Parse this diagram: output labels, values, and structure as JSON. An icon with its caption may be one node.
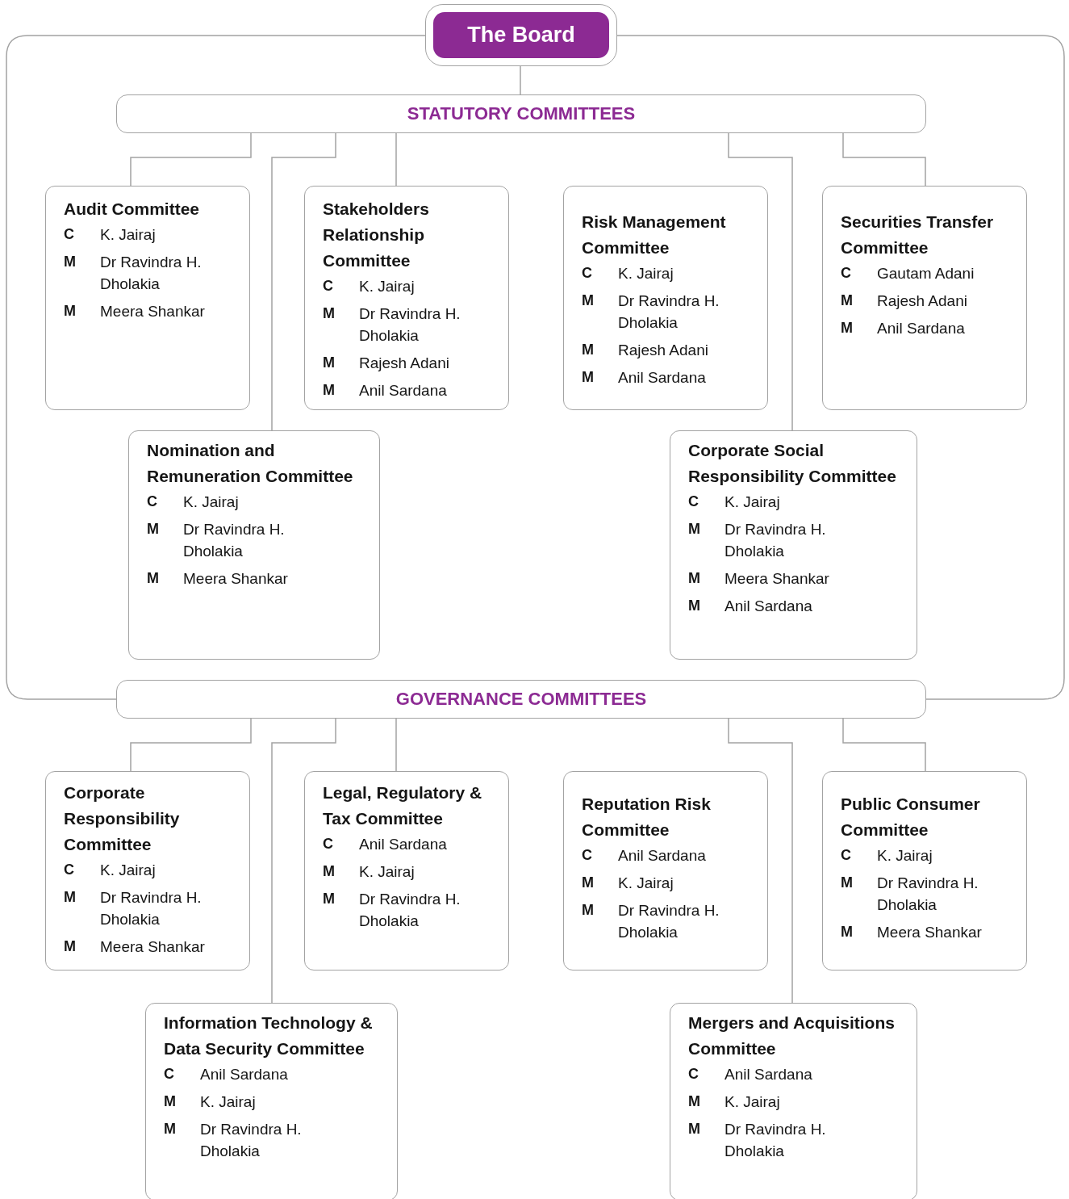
{
  "diagram": {
    "nodes": [
      {
        "text": [
          "The Board"
        ]
      },
      {
        "text": [
          "STATUTORY COMMITTEES"
        ]
      },
      {
        "text": [
          "Audit Committee",
          "C",
          "K. Jairaj",
          "M",
          "Dr Ravindra H. Dholakia",
          "M",
          "Meera Shankar"
        ]
      },
      {
        "text": [
          "Stakeholders Relationship Committee",
          "C",
          "K. Jairaj",
          "M",
          "Dr Ravindra H. Dholakia",
          "M",
          "Rajesh Adani",
          "M",
          "Anil Sardana"
        ]
      },
      {
        "text": [
          "Risk Management Committee",
          "C",
          "K. Jairaj",
          "M",
          "Dr Ravindra H. Dholakia",
          "M",
          "Rajesh Adani",
          "M",
          "Anil Sardana"
        ]
      },
      {
        "text": [
          "Securities Transfer Committee",
          "C",
          "Gautam Adani",
          "M",
          "Rajesh Adani",
          "M",
          "Anil Sardana"
        ]
      },
      {
        "text": [
          "Nomination and Remuneration Committee",
          "C",
          "K. Jairaj",
          "M",
          "Dr Ravindra H. Dholakia",
          "M",
          "Meera Shankar"
        ]
      },
      {
        "text": [
          "Corporate Social Responsibility Committee",
          "C",
          "K. Jairaj",
          "M",
          "Dr Ravindra H. Dholakia",
          "M",
          "Meera Shankar",
          "M",
          "Anil Sardana"
        ]
      },
      {
        "text": [
          "GOVERNANCE COMMITTEES"
        ]
      },
      {
        "text": [
          "Corporate Responsibility Committee",
          "C",
          "K. Jairaj",
          "M",
          "Dr Ravindra H. Dholakia",
          "M",
          "Meera Shankar"
        ]
      },
      {
        "text": [
          "Legal, Regulatory & Tax Committee",
          "C",
          "Anil Sardana",
          "M",
          "K. Jairaj",
          "M",
          "Dr Ravindra H. Dholakia"
        ]
      },
      {
        "text": [
          "Reputation Risk Committee",
          "C",
          "Anil Sardana",
          "M",
          "K. Jairaj",
          "M",
          "Dr Ravindra H. Dholakia"
        ]
      },
      {
        "text": [
          "Public Consumer Committee",
          "C",
          "K. Jairaj",
          "M",
          "Dr Ravindra H. Dholakia",
          "M",
          "Meera Shankar"
        ]
      },
      {
        "text": [
          "Information Technology & Data Security Committee",
          "C",
          "Anil Sardana",
          "M",
          "K. Jairaj",
          "M",
          "Dr Ravindra H. Dholakia"
        ]
      },
      {
        "text": [
          "Mergers and Acquisitions Committee",
          "C",
          "Anil Sardana",
          "M",
          "K. Jairaj",
          "M",
          "Dr Ravindra H. Dholakia"
        ]
      }
    ],
    "edges": [
      {
        "from": 0,
        "to": 1,
        "arrow": "none"
      },
      {
        "from": 0,
        "to": 8,
        "arrow": "none"
      },
      {
        "from": 0,
        "to": 8,
        "arrow": "none"
      },
      {
        "from": 1,
        "to": 2,
        "arrow": "none"
      },
      {
        "from": 1,
        "to": 3,
        "arrow": "none"
      },
      {
        "from": 1,
        "to": 6,
        "arrow": "none"
      },
      {
        "from": 1,
        "to": 7,
        "arrow": "none"
      },
      {
        "from": 1,
        "to": 5,
        "arrow": "none"
      },
      {
        "from": 8,
        "to": 9,
        "arrow": "none"
      },
      {
        "from": 8,
        "to": 10,
        "arrow": "none"
      },
      {
        "from": 8,
        "to": 13,
        "arrow": "none"
      },
      {
        "from": 8,
        "to": 14,
        "arrow": "none"
      },
      {
        "from": 8,
        "to": 12,
        "arrow": "none"
      }
    ]
  }
}
